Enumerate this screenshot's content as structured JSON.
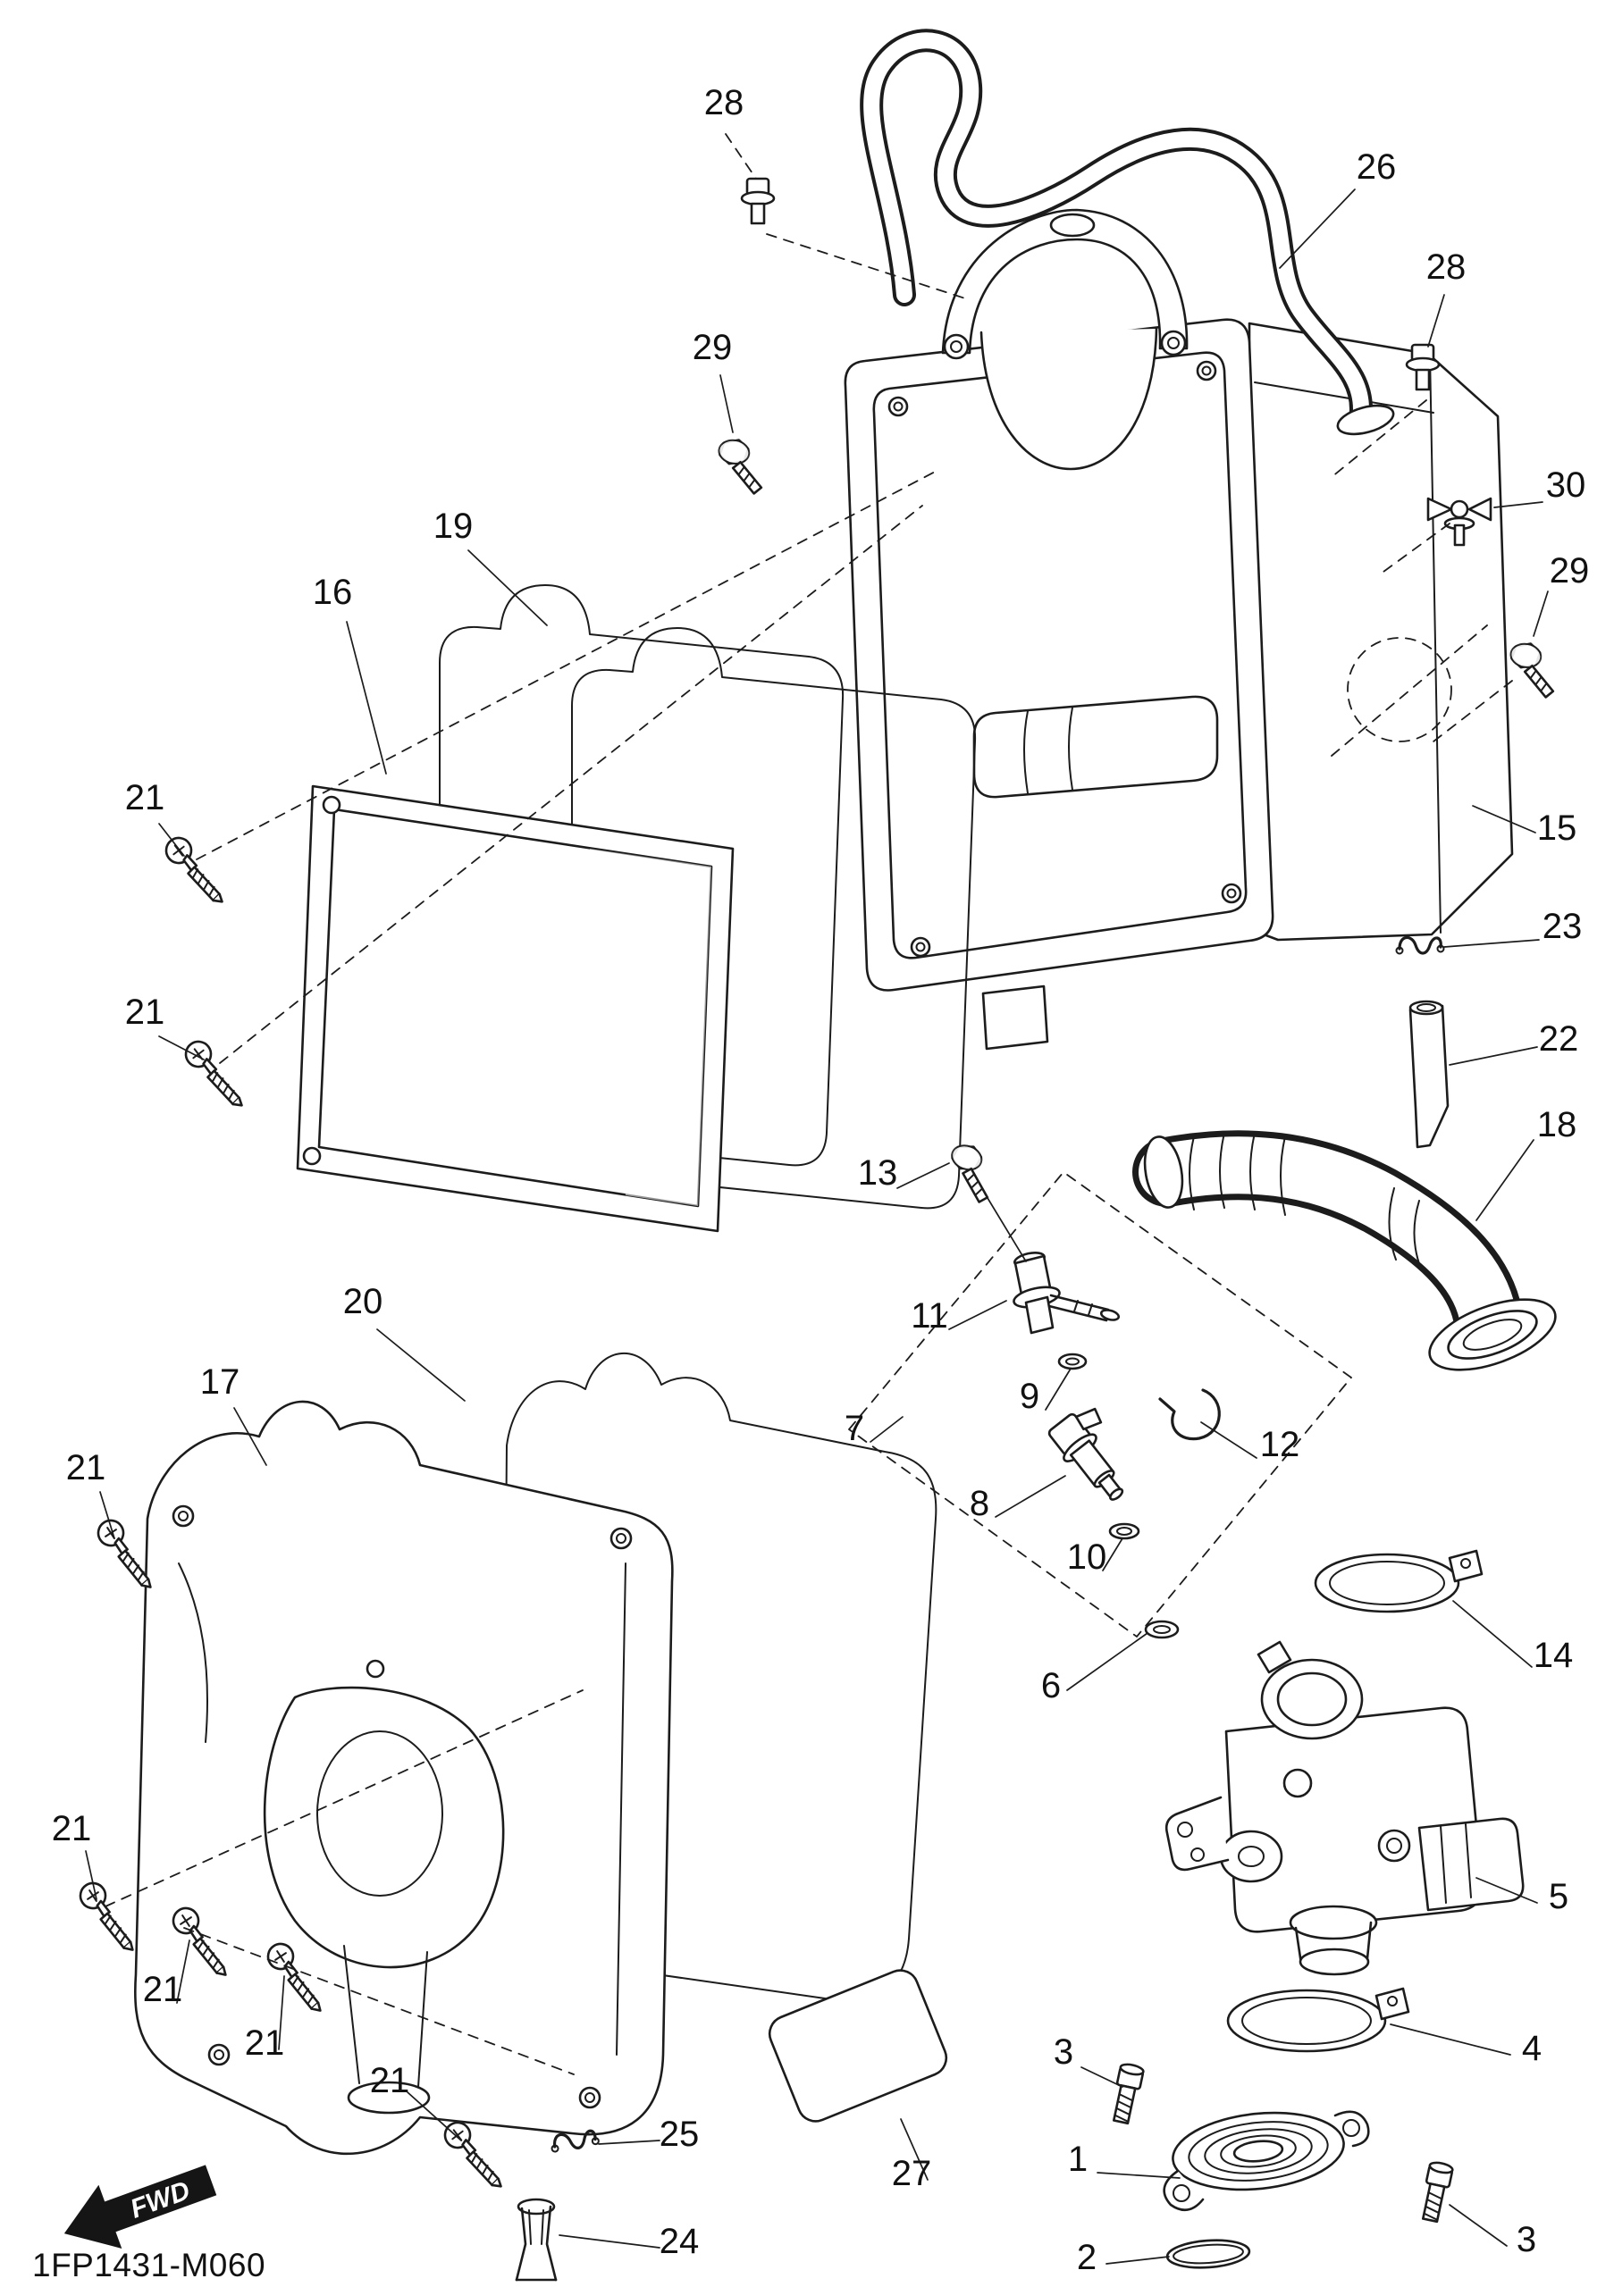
{
  "diagram": {
    "code": "1FP1431-M060",
    "fwd_label": "FWD",
    "callouts": [
      {
        "label": "28"
      },
      {
        "label": "26"
      },
      {
        "label": "28"
      },
      {
        "label": "29"
      },
      {
        "label": "30"
      },
      {
        "label": "29"
      },
      {
        "label": "19"
      },
      {
        "label": "16"
      },
      {
        "label": "15"
      },
      {
        "label": "21"
      },
      {
        "label": "21"
      },
      {
        "label": "23"
      },
      {
        "label": "22"
      },
      {
        "label": "18"
      },
      {
        "label": "13"
      },
      {
        "label": "11"
      },
      {
        "label": "7"
      },
      {
        "label": "9"
      },
      {
        "label": "12"
      },
      {
        "label": "8"
      },
      {
        "label": "10"
      },
      {
        "label": "6"
      },
      {
        "label": "14"
      },
      {
        "label": "20"
      },
      {
        "label": "17"
      },
      {
        "label": "21"
      },
      {
        "label": "5"
      },
      {
        "label": "21"
      },
      {
        "label": "21"
      },
      {
        "label": "21"
      },
      {
        "label": "21"
      },
      {
        "label": "3"
      },
      {
        "label": "4"
      },
      {
        "label": "25"
      },
      {
        "label": "27"
      },
      {
        "label": "1"
      },
      {
        "label": "24"
      },
      {
        "label": "2"
      },
      {
        "label": "3"
      }
    ]
  }
}
